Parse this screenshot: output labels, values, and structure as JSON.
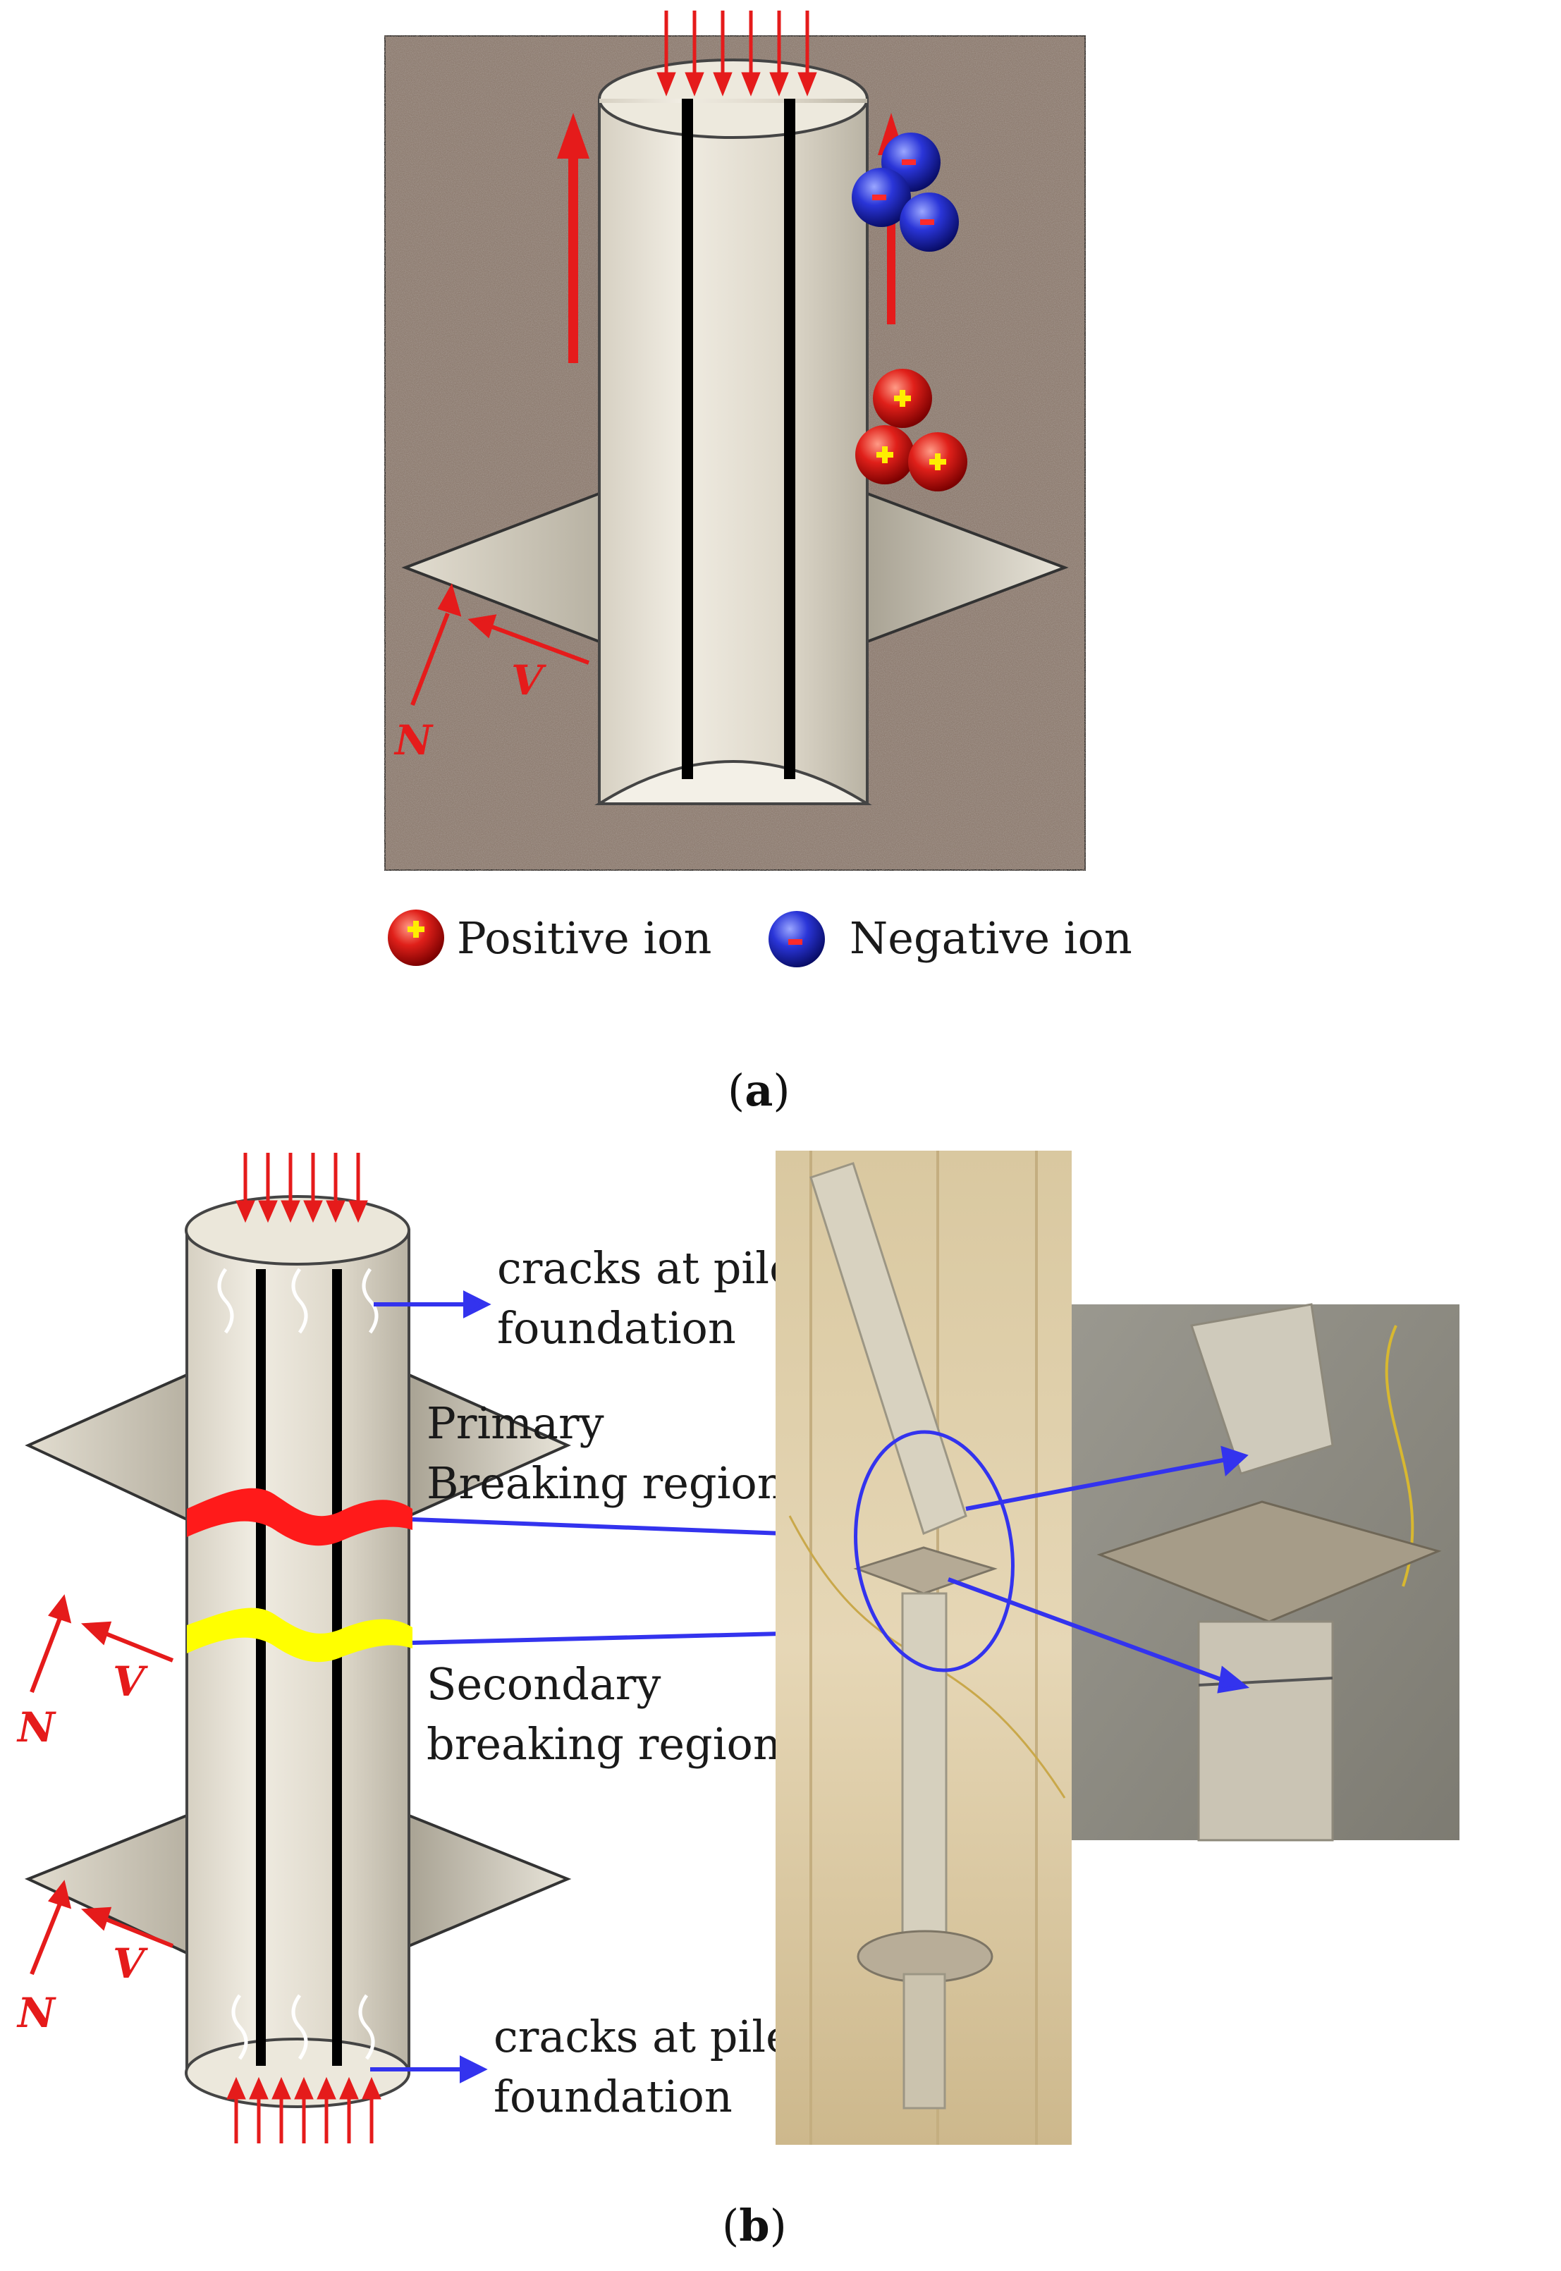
{
  "panel_a": {
    "caption_open": "(",
    "caption_letter": "a",
    "caption_close": ")",
    "force_labels": {
      "normal": "N",
      "shear": "V"
    },
    "ion_symbols": {
      "positive": "+",
      "negative": "-"
    },
    "legend": {
      "positive": "Positive ion",
      "negative": "Negative ion"
    }
  },
  "panel_b": {
    "caption_open": "(",
    "caption_letter": "b",
    "caption_close": ")",
    "force_labels": {
      "normal": "N",
      "shear": "V"
    },
    "labels": {
      "cracks_top_line1": "cracks at pile",
      "cracks_top_line2": "foundation",
      "primary_line1": "Primary",
      "primary_line2": "Breaking region",
      "secondary_line1": "Secondary",
      "secondary_line2": "breaking region",
      "cracks_bottom_line1": "cracks at pile",
      "cracks_bottom_line2": "foundation"
    }
  },
  "colors": {
    "soil": "#8f7e72",
    "pile": "#e6e1d3",
    "force_arrow": "#e51b1b",
    "pointer_arrow": "#3333ee",
    "primary_region": "#ff1a1a",
    "secondary_region": "#ffff00"
  }
}
